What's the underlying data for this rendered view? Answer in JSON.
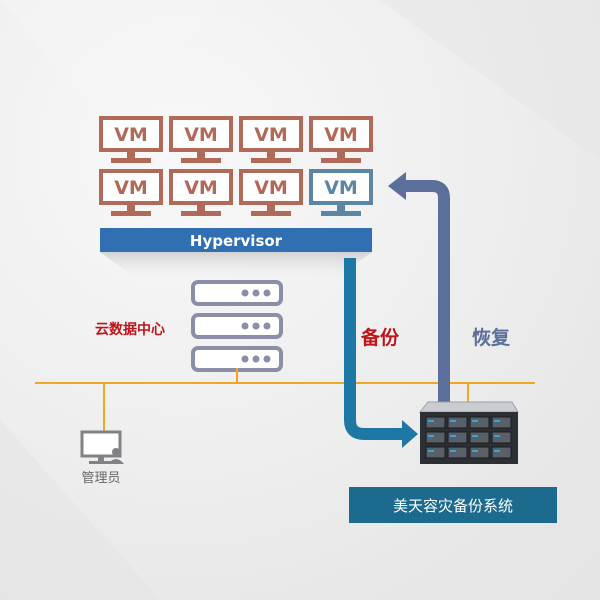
{
  "colors": {
    "vm_border": "#b16a58",
    "vm_text": "#b16a58",
    "vm_highlight_border": "#5b86a6",
    "vm_highlight_text": "#5b86a6",
    "hypervisor_bar": "#2f6fb2",
    "hypervisor_text": "#ffffff",
    "server_stack": "#8a8ea6",
    "network_line": "#f2a623",
    "backup_arrow": "#1e78a6",
    "restore_arrow": "#5c6f9a",
    "cloud_label": "#c0141b",
    "backup_label": "#c0141b",
    "restore_label": "#5c6f9a",
    "system_bar": "#1c6a8e",
    "system_text": "#ffffff",
    "admin_icon": "#808285",
    "admin_text": "#666666"
  },
  "vms": {
    "label": "VM",
    "rows": [
      [
        {
          "highlight": false
        },
        {
          "highlight": false
        },
        {
          "highlight": false
        },
        {
          "highlight": false
        }
      ],
      [
        {
          "highlight": false
        },
        {
          "highlight": false
        },
        {
          "highlight": false
        },
        {
          "highlight": true
        }
      ]
    ]
  },
  "hypervisor": {
    "label": "Hypervisor"
  },
  "cloud_datacenter": {
    "label": "云数据中心",
    "icon": "server-stack-icon"
  },
  "admin": {
    "label": "管理员",
    "icon": "monitor-user-icon"
  },
  "flows": {
    "backup_label": "备份",
    "restore_label": "恢复"
  },
  "backup_system": {
    "label": "美天容灾备份系统",
    "icon": "rack-server-icon"
  }
}
